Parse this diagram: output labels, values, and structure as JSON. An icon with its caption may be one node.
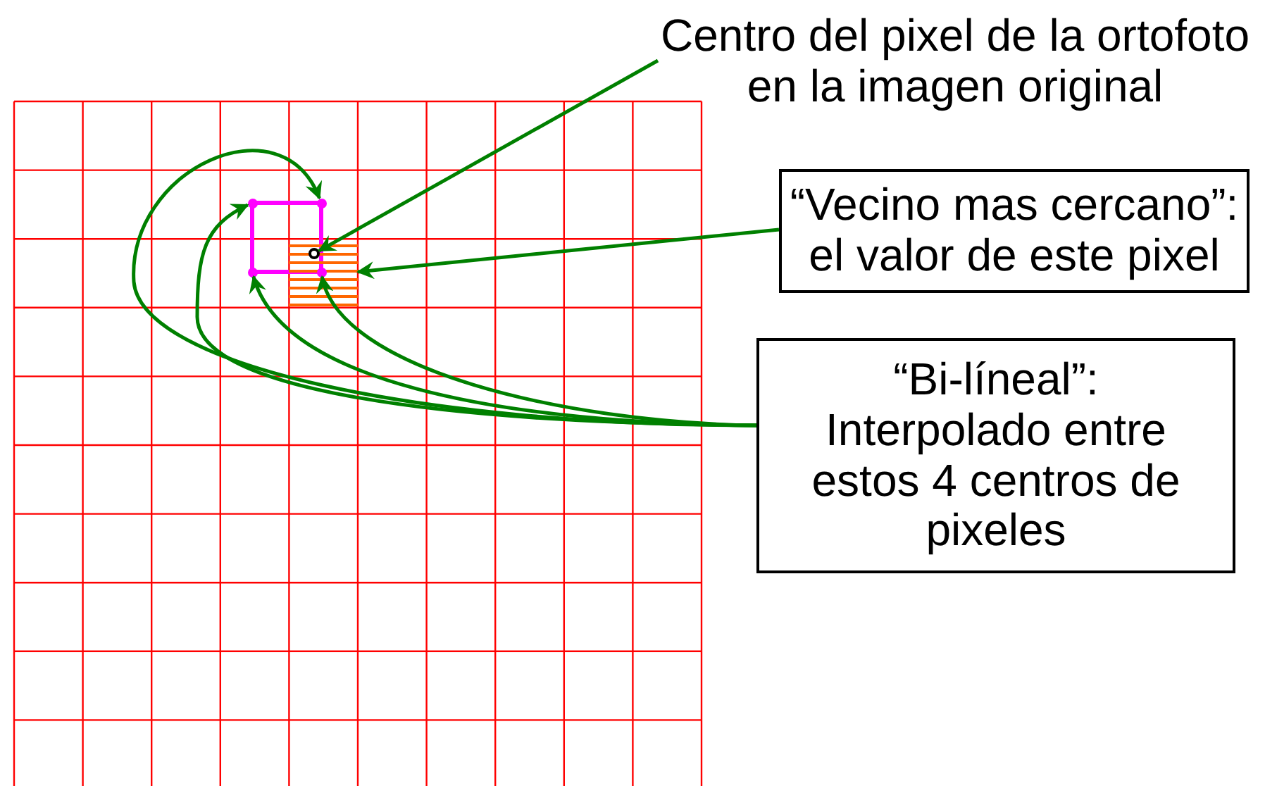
{
  "diagram": {
    "nodes": [
      {
        "text": [
          "Centro del pixel de la ortofoto en la imagen original"
        ]
      },
      {
        "text": [
          "“Vecino mas cercano”: el valor de este pixel"
        ]
      },
      {
        "text": [
          "“Bi-líneal”:",
          "Interpolado entre estos 4 centros de pixeles"
        ]
      },
      {
        "text": [],
        "shape": "circle",
        "in": 4
      },
      {
        "text": [],
        "shape": "box"
      },
      {
        "text": [],
        "shape": "circle"
      },
      {
        "text": [],
        "shape": "circle"
      },
      {
        "text": [],
        "shape": "circle"
      },
      {
        "text": [],
        "shape": "circle",
        "in": 4
      }
    ],
    "edges": [
      {
        "from": 0,
        "to": 3,
        "arrow": "to"
      },
      {
        "from": 1,
        "to": 4,
        "arrow": "to"
      },
      {
        "from": 2,
        "to": 6,
        "arrow": "to"
      },
      {
        "from": 2,
        "to": 5,
        "arrow": "to"
      },
      {
        "from": 2,
        "to": 7,
        "arrow": "to"
      },
      {
        "from": 2,
        "to": 8,
        "arrow": "to"
      }
    ]
  }
}
